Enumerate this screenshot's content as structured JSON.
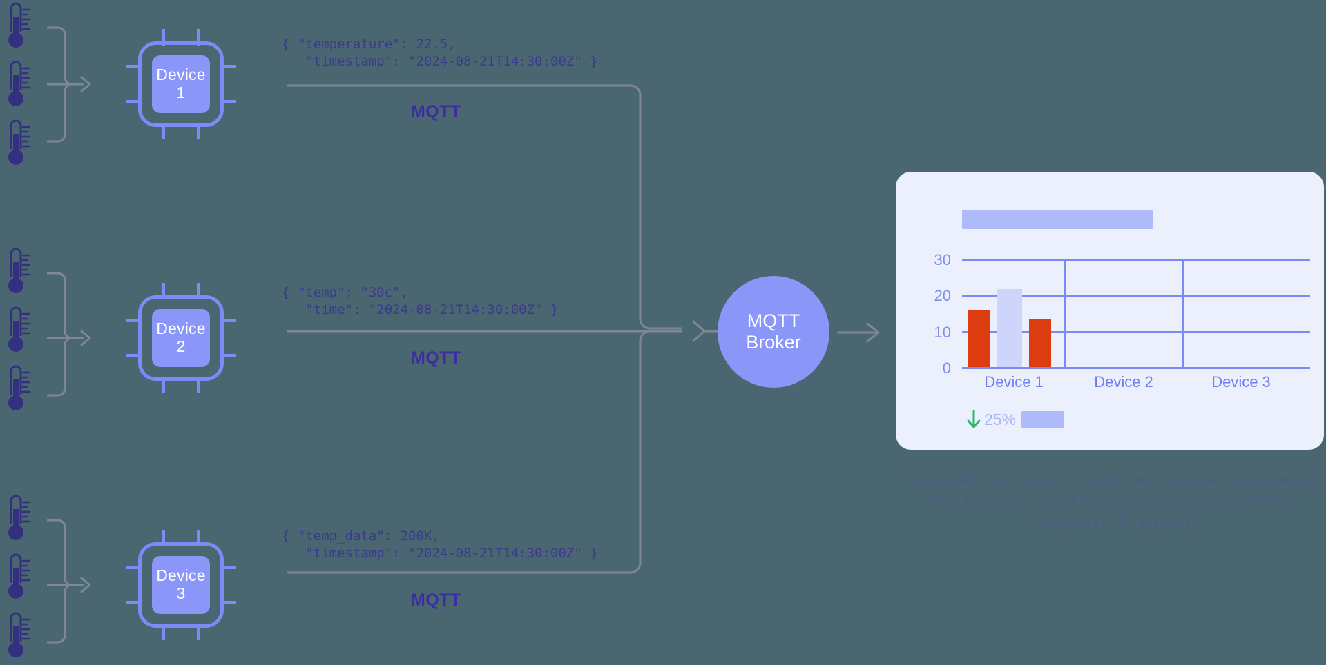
{
  "theme": {
    "background": "#4A6670",
    "device_accent": "#7B8BF8",
    "device_fill": "#8B97F8",
    "text_on_device": "#FFFFFF",
    "payload_text": "#3B3A8C",
    "mqtt_label": "#3B2FA0",
    "connector": "#7D8894",
    "thermometer": "#33317F",
    "card_background": "#ECF0FC",
    "grid": "#7B8BF5",
    "bar_red": "#DC3C0F",
    "bar_light": "#CDD6FA",
    "placeholder": "#AEBAFA",
    "down_arrow_green": "#2BB76A",
    "caption_text": "#4E5A86"
  },
  "devices": [
    {
      "id": "device-1",
      "name_line1": "Device",
      "name_line2": "1",
      "payload": "{ \"temperature\": 22.5,\n   \"timestamp\": \"2024-08-21T14:30:00Z\" }",
      "protocol_label": "MQTT"
    },
    {
      "id": "device-2",
      "name_line1": "Device",
      "name_line2": "2",
      "payload": "{ \"temp\": “30c”,\n   \"time\": \"2024-08-21T14:30:00Z\" }",
      "protocol_label": "MQTT"
    },
    {
      "id": "device-3",
      "name_line1": "Device",
      "name_line2": "3",
      "payload": "{ \"temp_data\": 200K,\n   \"timestamp\": \"2024-08-21T14:30:00Z\" }",
      "protocol_label": "MQTT"
    }
  ],
  "broker": {
    "line1": "MQTT",
    "line2": "Broker"
  },
  "sensor_icon_name": "thermometer-icon",
  "dashboard": {
    "delta": {
      "direction_icon": "arrow-down-icon",
      "value": "25%"
    },
    "caption_part1": "The dashboard doesn’t monitor temperature data received from devices 2 and 3 because it only recognizes the ",
    "caption_code": "'temperature'",
    "caption_part2": " property."
  },
  "chart_data": {
    "type": "bar",
    "title": "",
    "categories": [
      "Device 1",
      "Device 2",
      "Device 3"
    ],
    "series": [
      {
        "name": "series-a",
        "color": "#DC3C0F",
        "values": [
          16,
          null,
          null
        ]
      },
      {
        "name": "series-b",
        "color": "#CDD6FA",
        "values": [
          21,
          null,
          null
        ]
      },
      {
        "name": "series-c",
        "color": "#DC3C0F",
        "values": [
          13.5,
          null,
          null
        ]
      }
    ],
    "yticks": [
      "30",
      "20",
      "10",
      "0"
    ],
    "ylim": [
      0,
      34
    ],
    "xlabel": "",
    "ylabel": "",
    "grid": true,
    "legend": "none"
  }
}
